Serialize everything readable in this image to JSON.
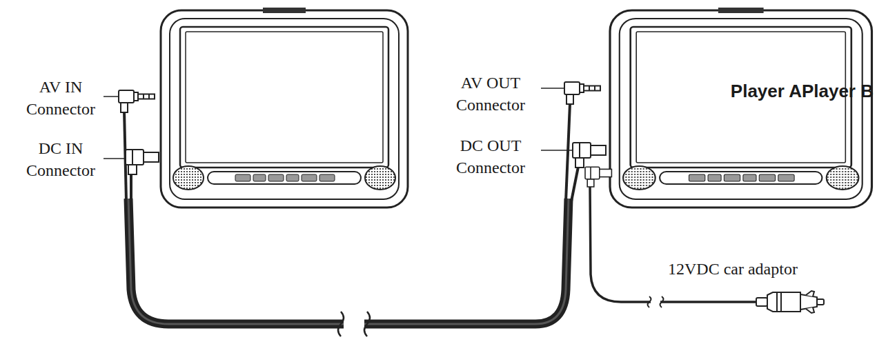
{
  "diagram": {
    "labels": [
      "AV IN Connector",
      "DC IN Connector",
      "AV OUT Connector",
      "DC OUT Connector",
      "Player APlayer B",
      "12VDC car adaptor"
    ]
  }
}
